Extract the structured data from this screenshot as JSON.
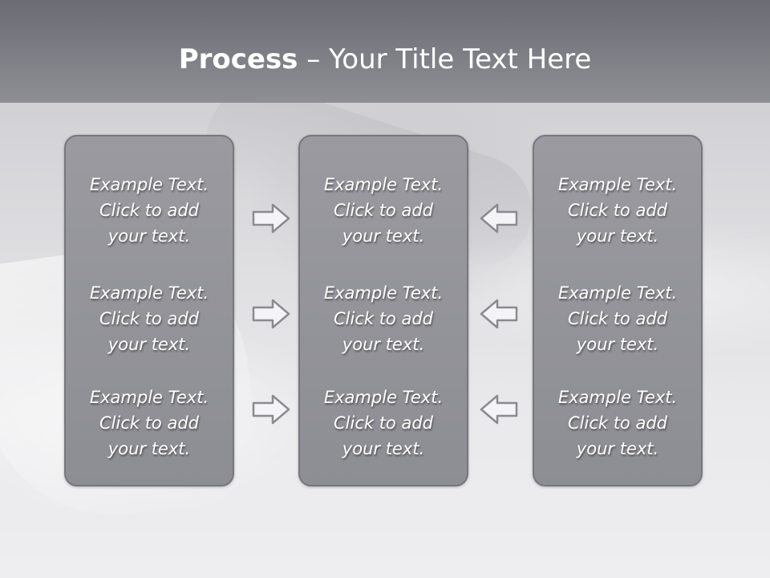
{
  "slide": {
    "title_bold": "Process",
    "title_rest": " – Your Title Text Here"
  },
  "columns": [
    {
      "items": [
        {
          "line1": "Example Text.",
          "line2": "Click  to add",
          "line3": "your text."
        },
        {
          "line1": "Example Text.",
          "line2": "Click  to add",
          "line3": "your text."
        },
        {
          "line1": "Example Text.",
          "line2": "Click  to add",
          "line3": "your text."
        }
      ]
    },
    {
      "items": [
        {
          "line1": "Example Text.",
          "line2": "Click  to add",
          "line3": "your text."
        },
        {
          "line1": "Example Text.",
          "line2": "Click  to add",
          "line3": "your text."
        },
        {
          "line1": "Example Text.",
          "line2": "Click  to add",
          "line3": "your text."
        }
      ]
    },
    {
      "items": [
        {
          "line1": "Example Text.",
          "line2": "Click  to add",
          "line3": "your text."
        },
        {
          "line1": "Example Text.",
          "line2": "Click  to add",
          "line3": "your text."
        },
        {
          "line1": "Example Text.",
          "line2": "Click  to add",
          "line3": "your text."
        }
      ]
    }
  ],
  "arrows": {
    "left_group": "arrow-right-icon",
    "right_group": "arrow-left-icon"
  },
  "colors": {
    "title_bar": "#7c7c84",
    "panel_fill": "#94949a",
    "panel_border": "#77777e",
    "text": "#ffffff"
  }
}
